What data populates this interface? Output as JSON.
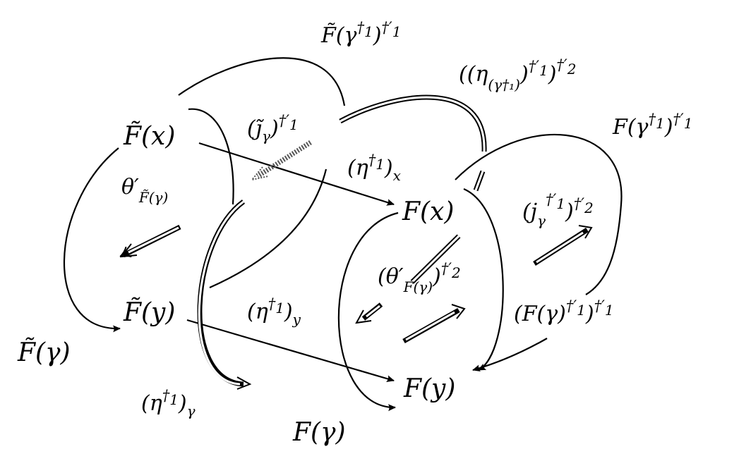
{
  "nodes": {
    "Ftx": "F̃(x)",
    "Fty": "F̃(y)",
    "Fx": "F(x)",
    "Fy": "F(y)"
  },
  "labels": {
    "Ftgamma": "F̃(γ)",
    "Fgamma": "F(γ)",
    "eta_x": {
      "base": "(η",
      "sup": "†",
      "sup_idx": "1",
      "close": ")",
      "sub": "x"
    },
    "eta_y": {
      "base": "(η",
      "sup": "†",
      "sup_idx": "1",
      "close": ")",
      "sub": "y"
    },
    "eta_gamma": {
      "base": "(η",
      "sup": "†",
      "sup_idx": "1",
      "close": ")",
      "sub": "γ"
    },
    "j_tilde": {
      "base": "(j̃",
      "sub": "γ",
      "close": ")",
      "sup": "†′",
      "sup_idx": "1"
    },
    "theta_prime": {
      "base": "θ′",
      "sub": "F̃(γ)"
    },
    "theta_F": {
      "base": "(θ′",
      "sub": "F(γ)",
      "close": ")",
      "sup": "†′",
      "sup_idx": "2"
    },
    "Ft_gamma_dag": {
      "base": "F̃(γ",
      "sup": "†",
      "sup_idx": "1",
      "close": ")",
      "sup2": "†′",
      "sup2_idx": "1"
    },
    "F_gamma_dag": {
      "base": "F(γ",
      "sup": "†",
      "sup_idx": "1",
      "close": ")",
      "sup2": "†′",
      "sup2_idx": "1"
    },
    "eta_gamma_dag": {
      "base": "((η",
      "sub": "(γ†₁)",
      "close": ")",
      "sup": "†′",
      "sup_idx": "1",
      "close2": ")",
      "sup2": "†′",
      "sup2_idx": "2"
    },
    "j_gamma": {
      "base": "(j",
      "sub": "γ",
      "sup": "†′",
      "sup_idx": "1",
      "close": ")",
      "sup2": "†′",
      "sup2_idx": "2"
    },
    "F_gamma_inv": {
      "base": "(F(γ)",
      "sup": "†′",
      "sup_idx": "1",
      "close": ")",
      "sup2": "†′",
      "sup2_idx": "1"
    }
  }
}
